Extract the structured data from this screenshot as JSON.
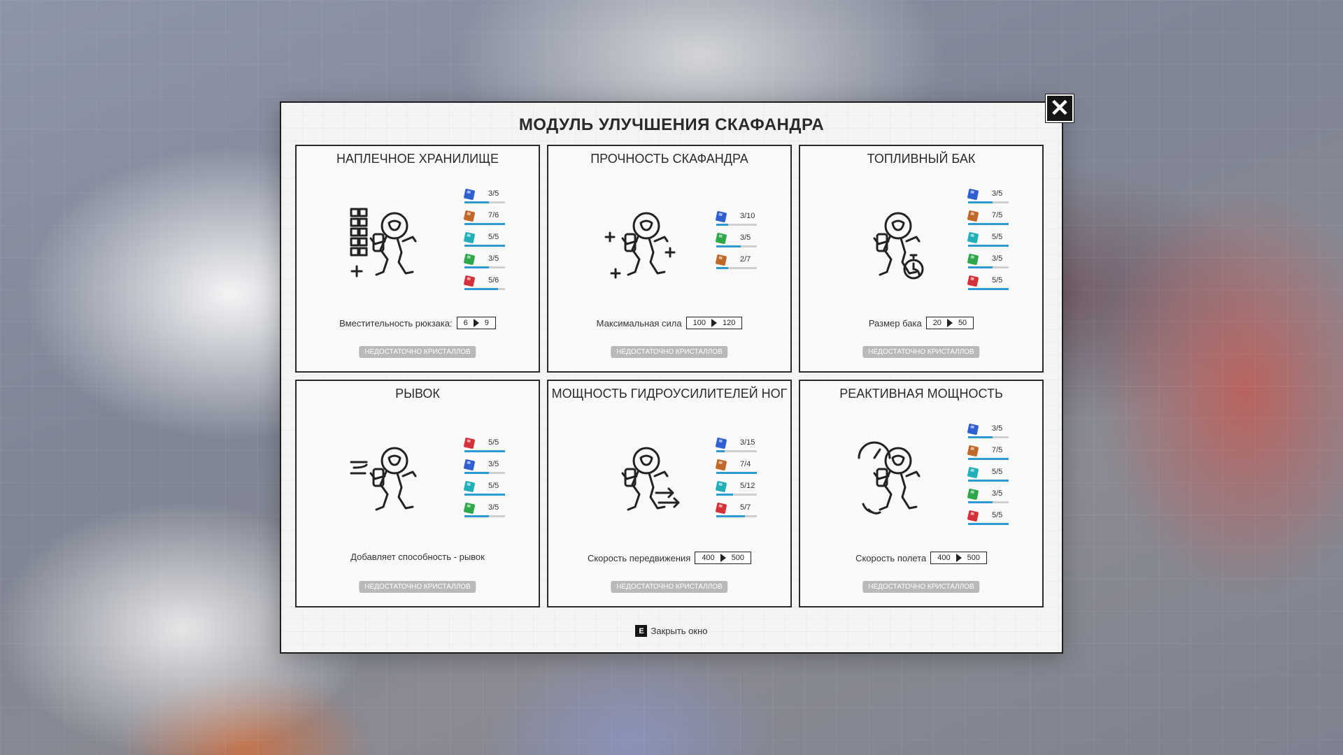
{
  "modal": {
    "title": "МОДУЛЬ УЛУЧШЕНИЯ СКАФАНДРА",
    "close_icon": "close-icon"
  },
  "colors": {
    "blue": "#2f5fd0",
    "orange": "#c0672a",
    "teal": "#22b0b8",
    "green": "#2ea84a",
    "red": "#d5313b",
    "bar": "#2d9ad6"
  },
  "cards": [
    {
      "title": "НАПЛЕЧНОЕ ХРАНИЛИЩЕ",
      "icon": "astronaut-backpack-storage-icon",
      "crystals": [
        {
          "color": "blue",
          "count": "3/5",
          "progress": 0.6
        },
        {
          "color": "orange",
          "count": "7/6",
          "progress": 1.0
        },
        {
          "color": "teal",
          "count": "5/5",
          "progress": 1.0
        },
        {
          "color": "green",
          "count": "3/5",
          "progress": 0.6
        },
        {
          "color": "red",
          "count": "5/6",
          "progress": 0.83
        }
      ],
      "stat_label": "Вместительность рюкзака:",
      "stat_from": "6",
      "stat_to": "9",
      "button_label": "НЕДОСТАТОЧНО КРИСТАЛЛОВ"
    },
    {
      "title": "ПРОЧНОСТЬ СКАФАНДРА",
      "icon": "astronaut-health-icon",
      "crystals": [
        {
          "color": "blue",
          "count": "3/10",
          "progress": 0.3
        },
        {
          "color": "green",
          "count": "3/5",
          "progress": 0.6
        },
        {
          "color": "orange",
          "count": "2/7",
          "progress": 0.29
        }
      ],
      "stat_label": "Максимальная сила",
      "stat_from": "100",
      "stat_to": "120",
      "button_label": "НЕДОСТАТОЧНО КРИСТАЛЛОВ"
    },
    {
      "title": "ТОПЛИВНЫЙ БАК",
      "icon": "astronaut-fuel-timer-icon",
      "crystals": [
        {
          "color": "blue",
          "count": "3/5",
          "progress": 0.6
        },
        {
          "color": "orange",
          "count": "7/5",
          "progress": 1.0
        },
        {
          "color": "teal",
          "count": "5/5",
          "progress": 1.0
        },
        {
          "color": "green",
          "count": "3/5",
          "progress": 0.6
        },
        {
          "color": "red",
          "count": "5/5",
          "progress": 1.0
        }
      ],
      "stat_label": "Размер бака",
      "stat_from": "20",
      "stat_to": "50",
      "button_label": "НЕДОСТАТОЧНО КРИСТАЛЛОВ"
    },
    {
      "title": "РЫВОК",
      "icon": "astronaut-dash-icon",
      "crystals": [
        {
          "color": "red",
          "count": "5/5",
          "progress": 1.0
        },
        {
          "color": "blue",
          "count": "3/5",
          "progress": 0.6
        },
        {
          "color": "teal",
          "count": "5/5",
          "progress": 1.0
        },
        {
          "color": "green",
          "count": "3/5",
          "progress": 0.6
        }
      ],
      "stat_label": "Добавляет способность - рывок",
      "stat_from": "",
      "stat_to": "",
      "button_label": "НЕДОСТАТОЧНО КРИСТАЛЛОВ"
    },
    {
      "title": "МОЩНОСТЬ ГИДРОУСИЛИТЕЛЕЙ НОГ",
      "icon": "astronaut-running-speed-icon",
      "crystals": [
        {
          "color": "blue",
          "count": "3/15",
          "progress": 0.2
        },
        {
          "color": "orange",
          "count": "7/4",
          "progress": 1.0
        },
        {
          "color": "teal",
          "count": "5/12",
          "progress": 0.42
        },
        {
          "color": "red",
          "count": "5/7",
          "progress": 0.71
        }
      ],
      "stat_label": "Скорость передвижения",
      "stat_from": "400",
      "stat_to": "500",
      "button_label": "НЕДОСТАТОЧНО КРИСТАЛЛОВ"
    },
    {
      "title": "РЕАКТИВНАЯ МОЩНОСТЬ",
      "icon": "astronaut-jet-speedometer-icon",
      "crystals": [
        {
          "color": "blue",
          "count": "3/5",
          "progress": 0.6
        },
        {
          "color": "orange",
          "count": "7/5",
          "progress": 1.0
        },
        {
          "color": "teal",
          "count": "5/5",
          "progress": 1.0
        },
        {
          "color": "green",
          "count": "3/5",
          "progress": 0.6
        },
        {
          "color": "red",
          "count": "5/5",
          "progress": 1.0
        }
      ],
      "stat_label": "Скорость полета",
      "stat_from": "400",
      "stat_to": "500",
      "button_label": "НЕДОСТАТОЧНО КРИСТАЛЛОВ"
    }
  ],
  "footer": {
    "key": "E",
    "label": "Закрыть окно"
  }
}
